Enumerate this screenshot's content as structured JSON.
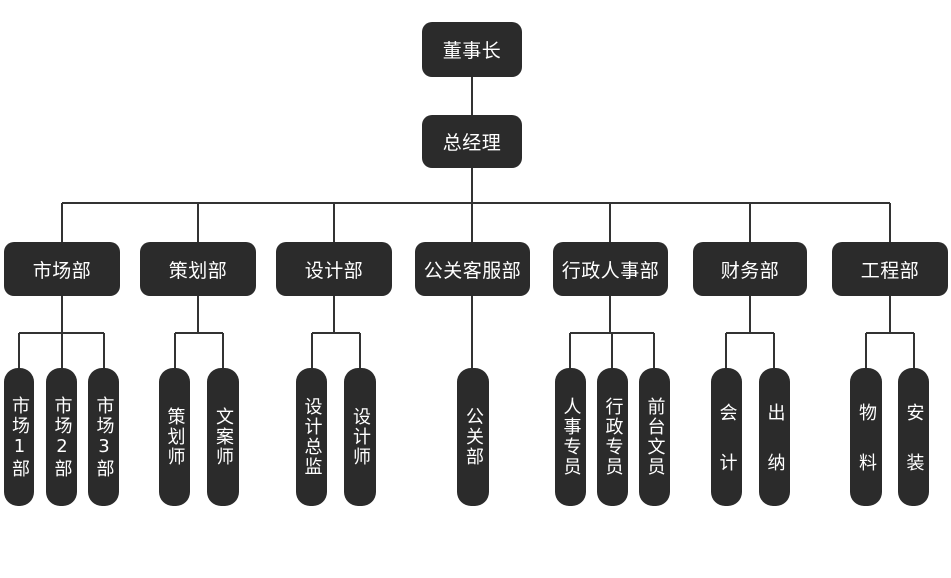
{
  "root": {
    "label": "董事长"
  },
  "manager": {
    "label": "总经理"
  },
  "departments": [
    {
      "label": "市场部",
      "subs": [
        "市场1部",
        "市场2部",
        "市场3部"
      ]
    },
    {
      "label": "策划部",
      "subs": [
        "策划师",
        "文案师"
      ]
    },
    {
      "label": "设计部",
      "subs": [
        "设计总监",
        "设计师"
      ]
    },
    {
      "label": "公关客服部",
      "subs": [
        "公关部"
      ]
    },
    {
      "label": "行政人事部",
      "subs": [
        "人事专员",
        "行政专员",
        "前台文员"
      ]
    },
    {
      "label": "财务部",
      "subs": [
        "会计",
        "出纳"
      ]
    },
    {
      "label": "工程部",
      "subs": [
        "物料",
        "安装"
      ]
    }
  ],
  "colors": {
    "box": "#2b2b2b",
    "text": "#ffffff",
    "line": "#333333"
  }
}
